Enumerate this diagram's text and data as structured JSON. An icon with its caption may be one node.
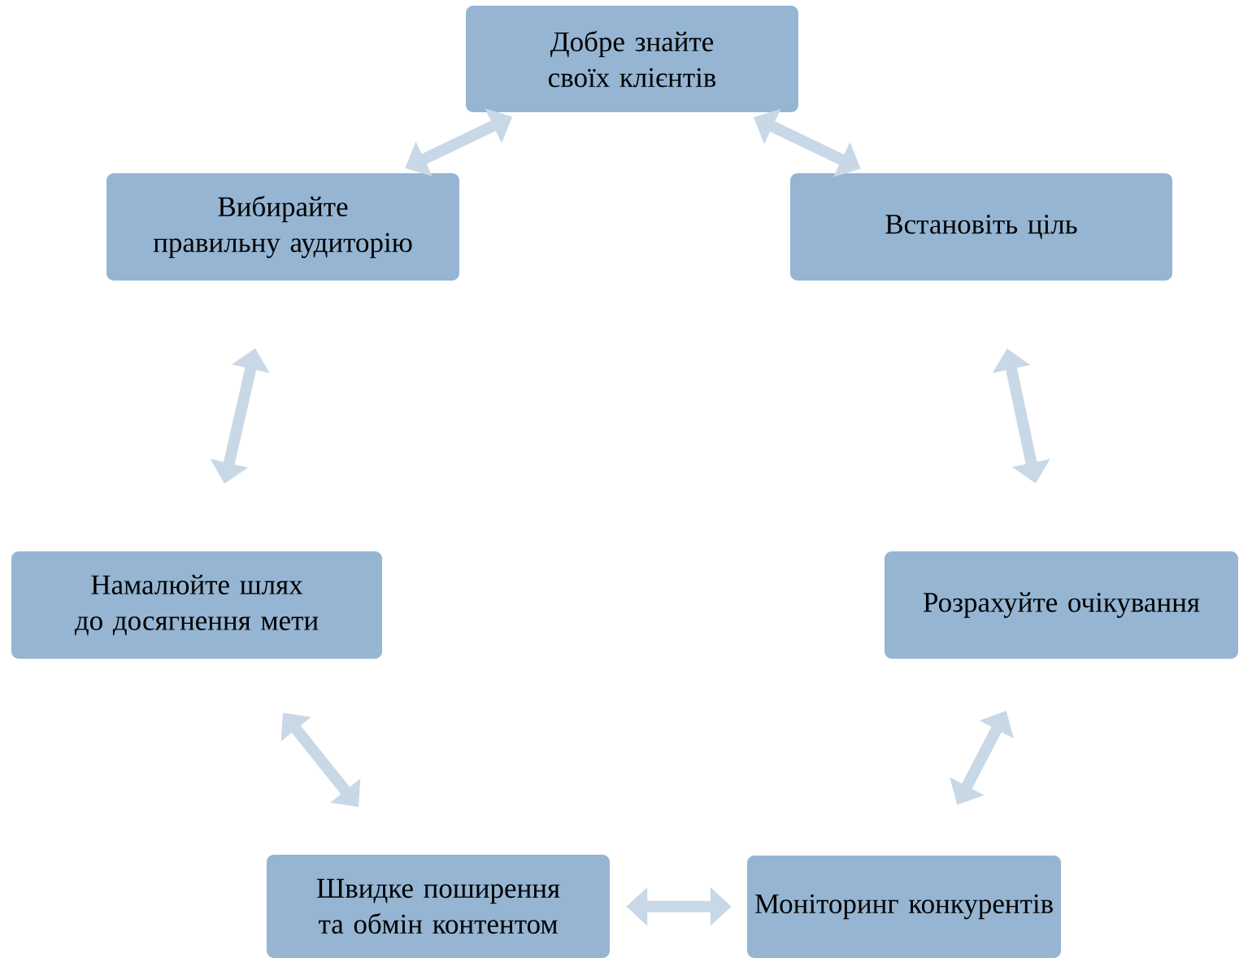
{
  "diagram": {
    "nodes": [
      {
        "text": [
          "Добре знайте своїх клієнтів"
        ]
      },
      {
        "text": [
          "Встановіть ціль"
        ]
      },
      {
        "text": [
          "Розрахуйте очікування"
        ]
      },
      {
        "text": [
          "Моніторинг конкурентів"
        ]
      },
      {
        "text": [
          "Швидке поширення та обмін контентом"
        ]
      },
      {
        "text": [
          "Намалюйте шлях до досягнення мети"
        ]
      },
      {
        "text": [
          "Вибирайте правильну аудиторію"
        ]
      }
    ],
    "edges": [
      {
        "from": 0,
        "to": 1,
        "arrow": "both"
      },
      {
        "from": 1,
        "to": 2,
        "arrow": "both"
      },
      {
        "from": 2,
        "to": 3,
        "arrow": "both"
      },
      {
        "from": 3,
        "to": 4,
        "arrow": "both"
      },
      {
        "from": 4,
        "to": 5,
        "arrow": "both"
      },
      {
        "from": 5,
        "to": 6,
        "arrow": "both"
      },
      {
        "from": 6,
        "to": 0,
        "arrow": "both"
      }
    ]
  }
}
